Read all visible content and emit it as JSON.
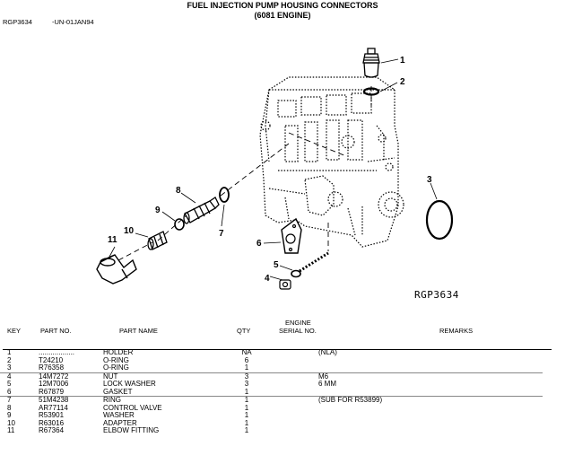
{
  "header": {
    "title": "FUEL INJECTION PUMP HOUSING CONNECTORS",
    "subtitle": "(6081 ENGINE)",
    "ref_code": "RGP3634",
    "ref_date": "-UN-01JAN94"
  },
  "figure": {
    "label": "RGP3634",
    "callouts": [
      "1",
      "2",
      "3",
      "4",
      "5",
      "6",
      "7",
      "8",
      "9",
      "10",
      "11"
    ]
  },
  "table": {
    "headers": {
      "key": "KEY",
      "part_no": "PART NO.",
      "part_name": "PART NAME",
      "qty": "QTY",
      "engine": "ENGINE",
      "serial_no": "SERIAL NO.",
      "remarks": "REMARKS"
    },
    "rows": [
      {
        "key": "1",
        "part_no": "..................",
        "name": "HOLDER",
        "qty": "NA",
        "serial": "",
        "remarks": "(NLA)"
      },
      {
        "key": "2",
        "part_no": "T24210",
        "name": "O-RING",
        "qty": "6",
        "serial": "",
        "remarks": ""
      },
      {
        "key": "3",
        "part_no": "R76358",
        "name": "O-RING",
        "qty": "1",
        "serial": "",
        "remarks": ""
      },
      {
        "key": "4",
        "part_no": "14M7272",
        "name": "NUT",
        "qty": "3",
        "serial": "",
        "remarks": "M6"
      },
      {
        "key": "5",
        "part_no": "12M7006",
        "name": "LOCK WASHER",
        "qty": "3",
        "serial": "",
        "remarks": "6 MM"
      },
      {
        "key": "6",
        "part_no": "R67879",
        "name": "GASKET",
        "qty": "1",
        "serial": "",
        "remarks": ""
      },
      {
        "key": "7",
        "part_no": "51M4238",
        "name": "RING",
        "qty": "1",
        "serial": "",
        "remarks": "(SUB FOR R53899)"
      },
      {
        "key": "8",
        "part_no": "AR77114",
        "name": "CONTROL VALVE",
        "qty": "1",
        "serial": "",
        "remarks": ""
      },
      {
        "key": "9",
        "part_no": "R53901",
        "name": "WASHER",
        "qty": "1",
        "serial": "",
        "remarks": ""
      },
      {
        "key": "10",
        "part_no": "R63016",
        "name": "ADAPTER",
        "qty": "1",
        "serial": "",
        "remarks": ""
      },
      {
        "key": "11",
        "part_no": "R67364",
        "name": "ELBOW FITTING",
        "qty": "1",
        "serial": "",
        "remarks": ""
      }
    ]
  }
}
